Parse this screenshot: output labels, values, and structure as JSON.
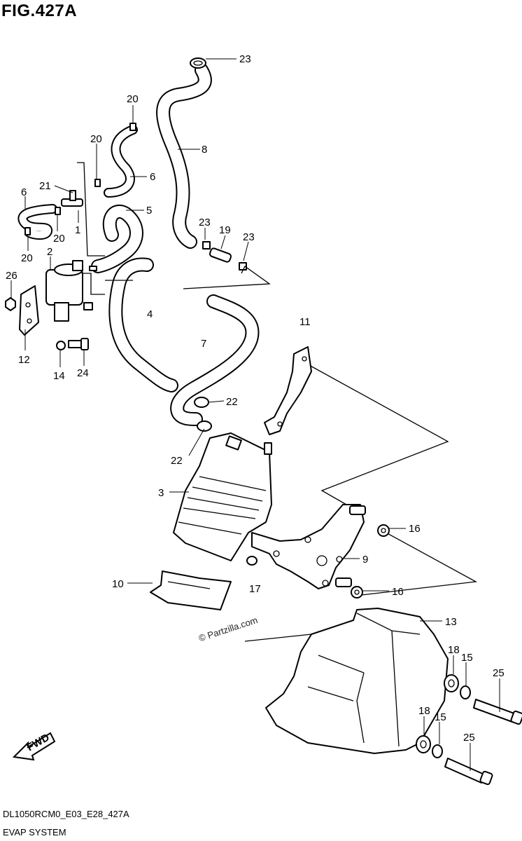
{
  "figure": {
    "title": "FIG.427A",
    "code": "DL1050RCM0_E03_E28_427A",
    "name": "EVAP SYSTEM",
    "watermark": "© Partzilla.com",
    "fwd_label": "FWD"
  },
  "callouts": [
    "23",
    "8",
    "20",
    "20",
    "6",
    "21",
    "6",
    "5",
    "1",
    "20",
    "20",
    "2",
    "26",
    "23",
    "19",
    "23",
    "4",
    "11",
    "7",
    "12",
    "14",
    "24",
    "22",
    "22",
    "3",
    "16",
    "9",
    "10",
    "17",
    "16",
    "13",
    "18",
    "15",
    "25",
    "18",
    "15",
    "25"
  ]
}
